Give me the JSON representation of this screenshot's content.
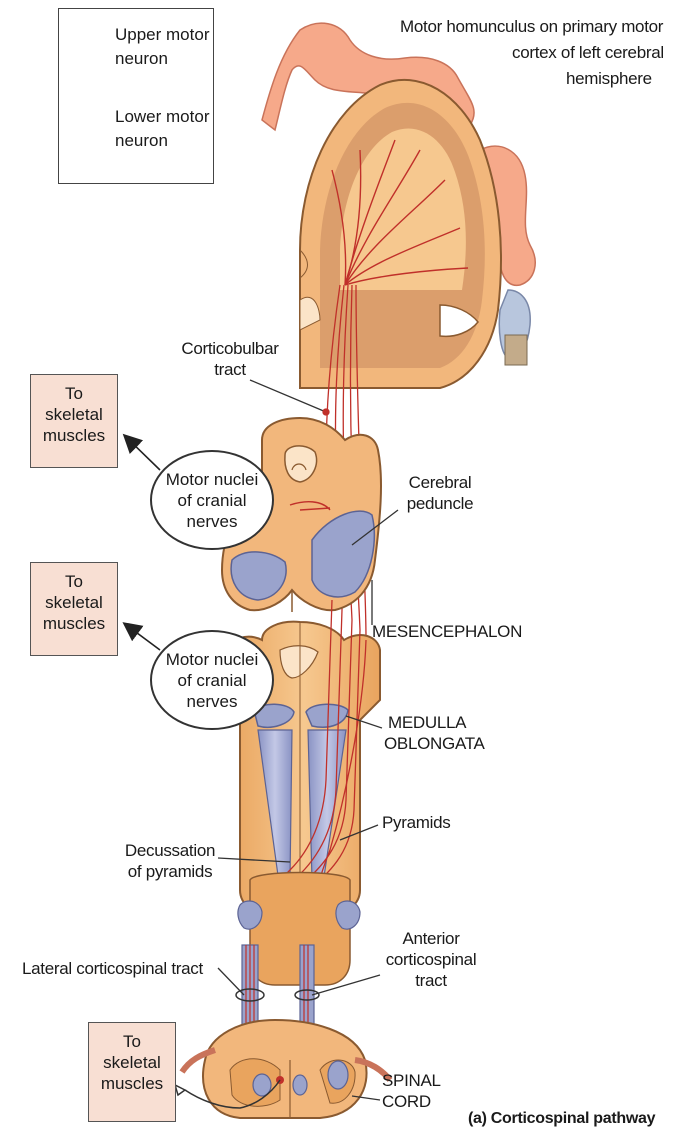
{
  "legend": {
    "upper": "Upper motor neuron",
    "upper_line1": "Upper motor",
    "upper_line2": "neuron",
    "lower": "Lower motor neuron",
    "lower_line1": "Lower motor",
    "lower_line2": "neuron"
  },
  "homunculus_label": {
    "line1": "Motor homunculus on primary motor",
    "line2": "cortex of left cerebral",
    "line3": "hemisphere"
  },
  "labels": {
    "corticobulbar_1": "Corticobulbar",
    "corticobulbar_2": "tract",
    "cerebral_peduncle_1": "Cerebral",
    "cerebral_peduncle_2": "peduncle",
    "mesencephalon": "MESENCEPHALON",
    "medulla_1": "MEDULLA",
    "medulla_2": "OBLONGATA",
    "pyramids": "Pyramids",
    "decussation_1": "Decussation",
    "decussation_2": "of pyramids",
    "lateral_tract": "Lateral corticospinal tract",
    "anterior_1": "Anterior",
    "anterior_2": "corticospinal",
    "anterior_3": "tract",
    "spinal_1": "SPINAL",
    "spinal_2": "CORD",
    "caption": "(a) Corticospinal pathway"
  },
  "muscle_boxes": [
    {
      "l1": "To",
      "l2": "skeletal",
      "l3": "muscles"
    },
    {
      "l1": "To",
      "l2": "skeletal",
      "l3": "muscles"
    },
    {
      "l1": "To",
      "l2": "skeletal",
      "l3": "muscles"
    }
  ],
  "nuclei": [
    {
      "l1": "Motor nuclei",
      "l2": "of cranial",
      "l3": "nerves"
    },
    {
      "l1": "Motor nuclei",
      "l2": "of cranial",
      "l3": "nerves"
    }
  ],
  "colors": {
    "tissue": "#f2b77c",
    "tissue_dark": "#d8894a",
    "cortex_gray": "#c98b5e",
    "tract_blue": "#9aa3cc",
    "neuron_red": "#c0302a",
    "skin": "#f6a98a"
  }
}
